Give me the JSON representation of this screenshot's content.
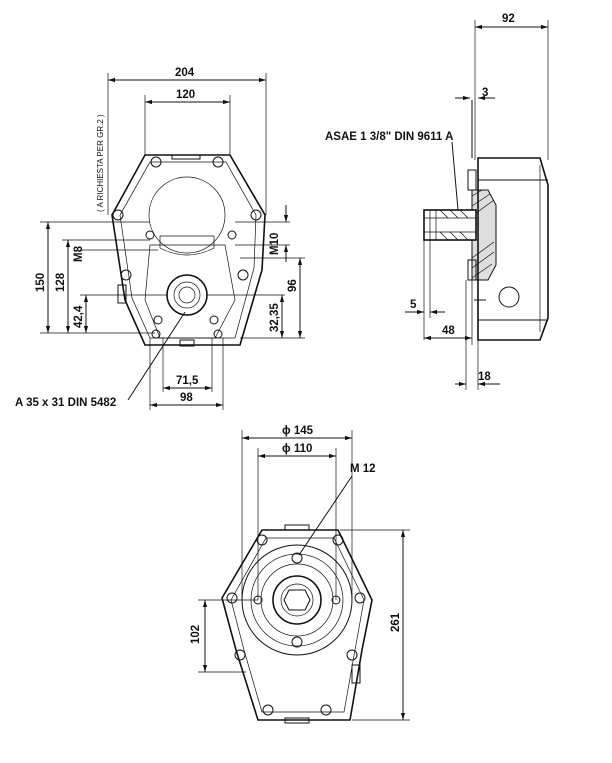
{
  "dimensions": {
    "d204": "204",
    "d120": "120",
    "d92": "92",
    "d3": "3",
    "asae": "ASAE 1 3/8\" DIN 9611 A",
    "note": "( A RICHIESTA PER GR.2 )",
    "m8": "M8",
    "m10": "M10",
    "d150": "150",
    "d128": "128",
    "d42": "42,4",
    "d96": "96",
    "d3235": "32,35",
    "d5": "5",
    "d48": "48",
    "d18": "18",
    "d715": "71,5",
    "d98": "98",
    "spline": "A 35 x 31 DIN 5482",
    "phi145": "ϕ 145",
    "phi110": "ϕ 110",
    "m12": "M 12",
    "d102": "102",
    "d261": "261"
  }
}
